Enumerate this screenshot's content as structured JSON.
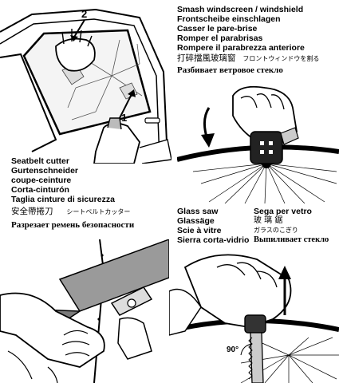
{
  "window_smash": {
    "lines": [
      "Smash windscreen / windshield",
      "Frontscheibe einschlagen",
      "Casser le pare-brise",
      "Romper el parabrisas",
      "Rompere il parabrezza anteriore"
    ],
    "ja_cn": "打碎擋風玻璃窗",
    "ja_kana": "フロントウィンドウを割る",
    "ru": "Разбивает ветровое стекло"
  },
  "seatbelt": {
    "lines": [
      "Seatbelt cutter",
      "Gurtenschneider",
      "coupe-ceinture",
      "Corta-cinturón",
      "Taglia cinture di sicurezza"
    ],
    "cn": "安全帶捲刀",
    "kana": "シートベルトカッター",
    "ru": "Разрезает ремень безопасности"
  },
  "saw": {
    "left": [
      "Glass saw",
      "Glassäge",
      "Scie à vitre",
      "Sierra corta-vidrio"
    ],
    "right_sega": "Sega per vetro",
    "right_cn": "玻 璃 鋸",
    "right_kana": "ガラスのこぎり",
    "right_ru": "Выпиливает стекло"
  },
  "callouts": {
    "one": "1",
    "two": "2",
    "angle": "90°"
  }
}
